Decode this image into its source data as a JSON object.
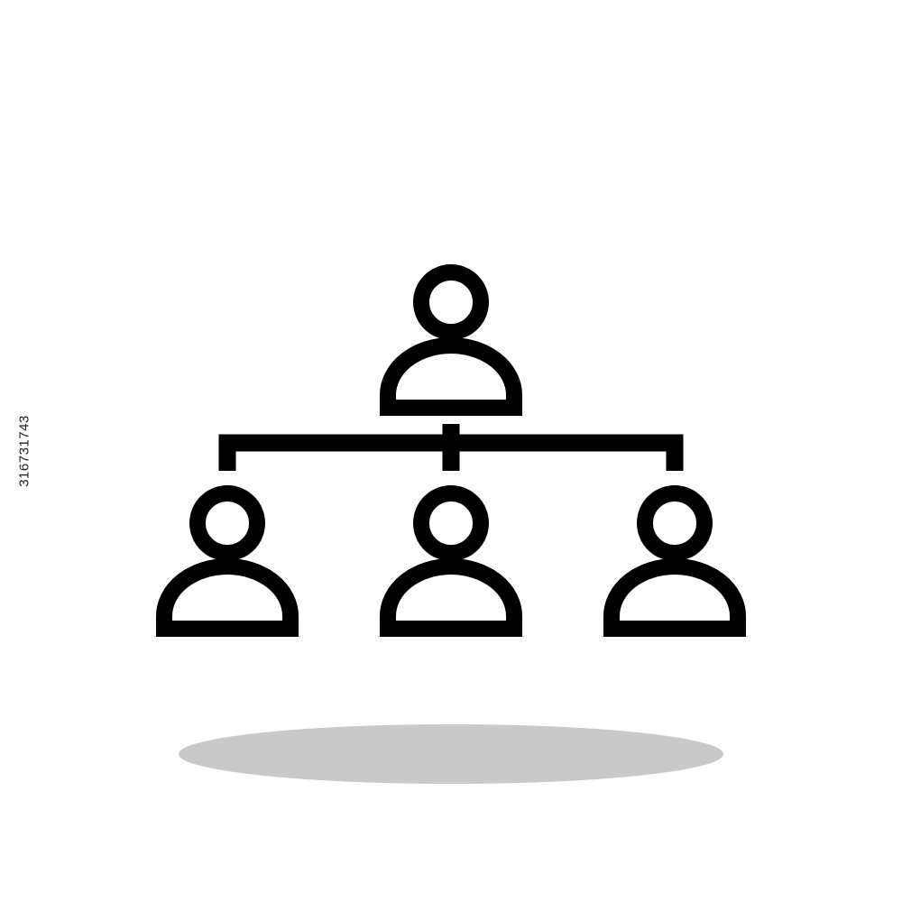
{
  "icon": {
    "name": "organization-hierarchy-icon",
    "nodes": 4,
    "style": "outline",
    "stroke_color": "#000000",
    "background_color": "#ffffff",
    "shadow_color": "#c9c9c9"
  },
  "watermark": {
    "stock_id": "316731743"
  }
}
